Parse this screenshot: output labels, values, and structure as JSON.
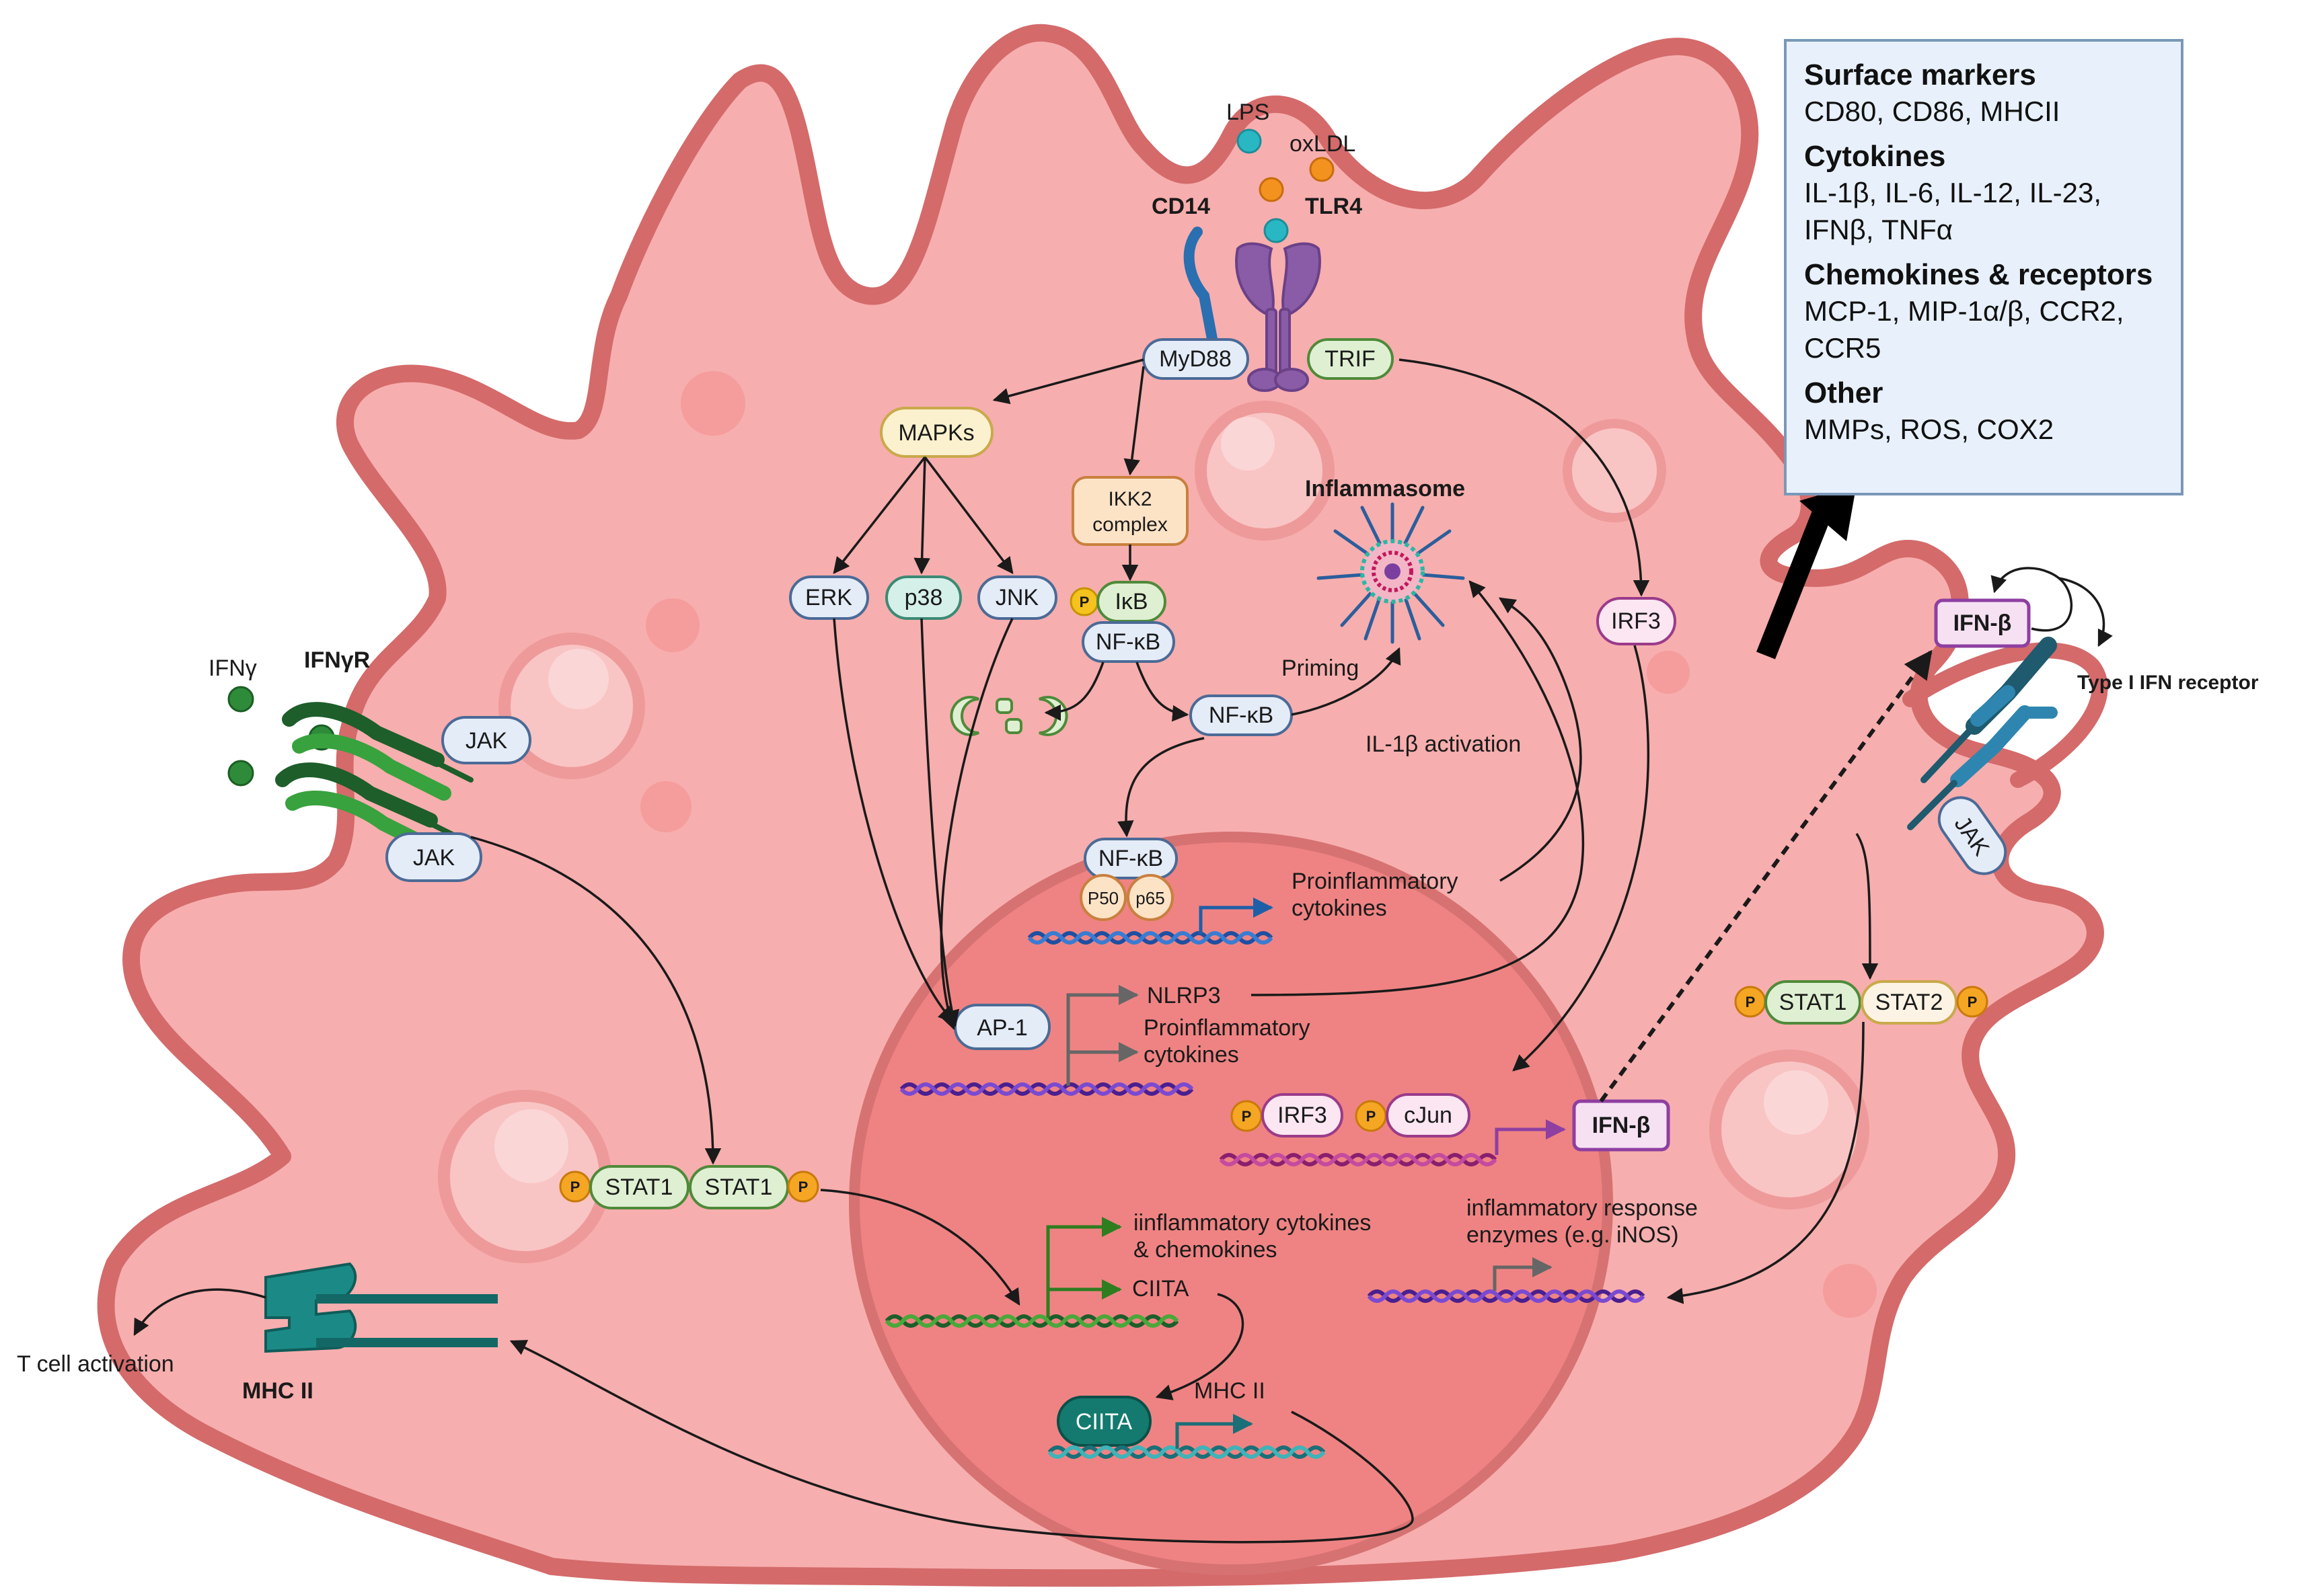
{
  "receptors": {
    "lps": "LPS",
    "oxldl": "oxLDL",
    "cd14": "CD14",
    "tlr4": "TLR4",
    "myd88": "MyD88",
    "trif": "TRIF",
    "ifng": "IFNγ",
    "ifngr": "IFNγR",
    "jak": "JAK",
    "mhc2": "MHC II",
    "type1_ifn_receptor": "Type I IFN receptor"
  },
  "signaling": {
    "mapks": "MAPKs",
    "erk": "ERK",
    "p38": "p38",
    "jnk": "JNK",
    "ikk2_line1": "IKK2",
    "ikk2_line2": "complex",
    "p": "P",
    "ikb": "IκB",
    "nfkb": "NF-κB",
    "p50": "P50",
    "p65": "p65",
    "ap1": "AP-1",
    "irf3": "IRF3",
    "cjun": "cJun",
    "ifnb": "IFN-β",
    "stat1": "STAT1",
    "stat2": "STAT2",
    "ciita": "CIITA"
  },
  "labels": {
    "inflammasome": "Inflammasome",
    "priming": "Priming",
    "il1b_activation": "IL-1β  activation",
    "proinflammatory": "Proinflammatory",
    "cytokines": "cytokines",
    "nlrp3": "NLRP3",
    "inflammatory_cytokines": "iinflammatory cytokines",
    "and_chemokines": "& chemokines",
    "ciita": "CIITA",
    "mhc2": "MHC II",
    "inflam_response": "inflammatory response",
    "enzymes": "enzymes (e.g. iNOS)",
    "t_cell_activation": "T cell activation"
  },
  "legend": {
    "surface_title": "Surface markers",
    "surface_value": "CD80, CD86, MHCII",
    "cytokines_title": "Cytokines",
    "cytokines_line1": "IL-1β, IL-6, IL-12, IL-23,",
    "cytokines_line2": "IFNβ, TNFα",
    "chemokines_title": "Chemokines & receptors",
    "chemokines_line1": "MCP-1, MIP-1α/β, CCR2,",
    "chemokines_line2": "CCR5",
    "other_title": "Other",
    "other_value": "MMPs, ROS, COX2"
  },
  "colors": {
    "cell_fill": "#f7aeae",
    "cell_border": "#d46a6a",
    "nucleus_fill": "#ef8383",
    "pill_blue": "#e4ecf8",
    "pill_green": "#dff0d2",
    "pill_orange": "#fde3c6",
    "phospho": "#f5a623",
    "arrow": "#1a1a1a",
    "legend_bg": "#e8f1fb"
  }
}
